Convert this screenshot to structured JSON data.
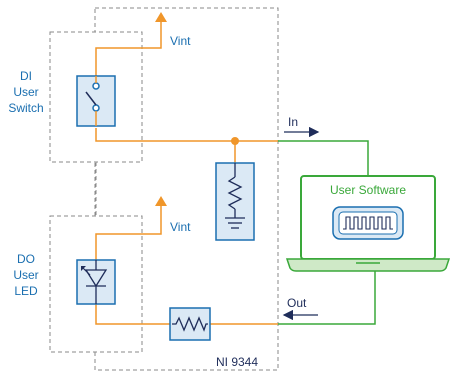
{
  "dio_card": {
    "name": "NI 9344",
    "di": {
      "label_lines": [
        "DI",
        "User",
        "Switch"
      ],
      "supply": "Vint"
    },
    "do": {
      "label_lines": [
        "DO",
        "User",
        "LED"
      ],
      "supply": "Vint"
    }
  },
  "signals": {
    "in_label": "In",
    "out_label": "Out"
  },
  "laptop": {
    "title": "User Software"
  },
  "colors": {
    "orange_wire": "#f0962a",
    "green_wire": "#3aa83a",
    "component_fill": "#dbe9f5",
    "component_stroke": "#1b6fb0",
    "dashed_border": "#8a8a8a",
    "text": "#1f2d5a"
  }
}
